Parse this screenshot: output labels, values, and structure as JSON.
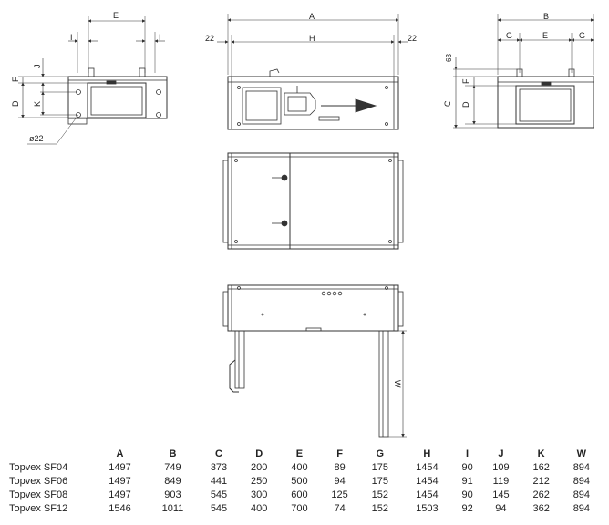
{
  "drawing": {
    "dim_labels": {
      "A": "A",
      "B": "B",
      "C": "C",
      "D": "D",
      "E": "E",
      "F": "F",
      "G": "G",
      "H": "H",
      "I": "I",
      "J": "J",
      "K": "K",
      "W": "W",
      "offset_left": "22",
      "offset_right": "22",
      "top_63": "63",
      "hole": "ø22"
    }
  },
  "table": {
    "columns": [
      "",
      "A",
      "B",
      "C",
      "D",
      "E",
      "F",
      "G",
      "H",
      "I",
      "J",
      "K",
      "W"
    ],
    "rows": [
      [
        "Topvex SF04",
        "1497",
        "749",
        "373",
        "200",
        "400",
        "89",
        "175",
        "1454",
        "90",
        "109",
        "162",
        "894"
      ],
      [
        "Topvex SF06",
        "1497",
        "849",
        "441",
        "250",
        "500",
        "94",
        "175",
        "1454",
        "91",
        "119",
        "212",
        "894"
      ],
      [
        "Topvex SF08",
        "1497",
        "903",
        "545",
        "300",
        "600",
        "125",
        "152",
        "1454",
        "90",
        "145",
        "262",
        "894"
      ],
      [
        "Topvex SF12",
        "1546",
        "1011",
        "545",
        "400",
        "700",
        "74",
        "152",
        "1503",
        "92",
        "94",
        "362",
        "894"
      ]
    ]
  }
}
